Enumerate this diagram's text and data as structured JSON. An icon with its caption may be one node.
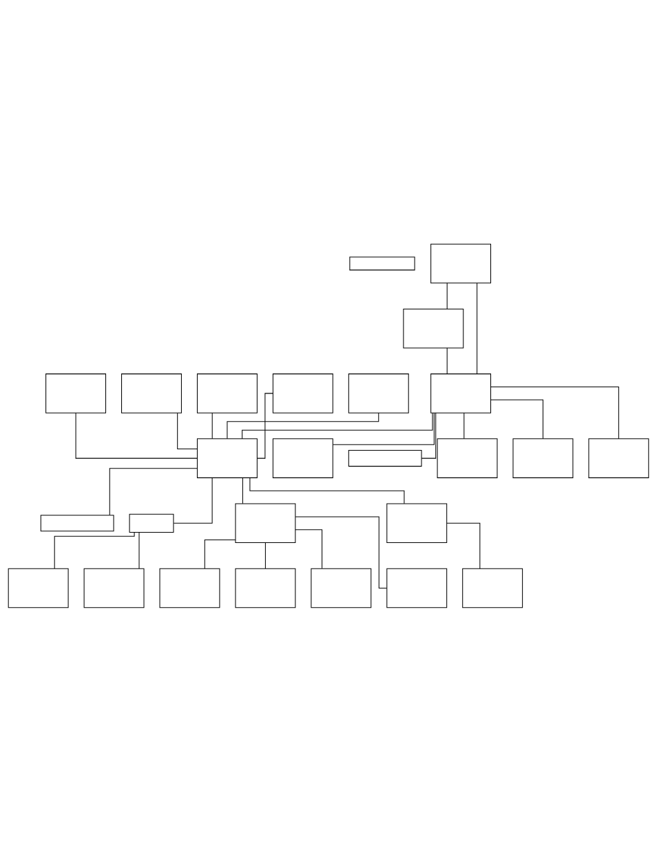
{
  "diagram": {
    "nodes": [
      {
        "text": [],
        "shape": "box"
      },
      {
        "text": [],
        "shape": "box"
      },
      {
        "text": [],
        "shape": "box"
      },
      {
        "text": [],
        "shape": "box"
      },
      {
        "text": [],
        "shape": "box"
      },
      {
        "text": [],
        "shape": "box"
      },
      {
        "text": [],
        "shape": "box"
      },
      {
        "text": [],
        "shape": "box"
      },
      {
        "text": [],
        "shape": "box"
      },
      {
        "text": [],
        "shape": "box"
      },
      {
        "text": [],
        "shape": "box"
      },
      {
        "text": [],
        "shape": "box"
      },
      {
        "text": [],
        "shape": "box"
      },
      {
        "text": [],
        "shape": "box"
      },
      {
        "text": [],
        "shape": "box"
      },
      {
        "text": [],
        "shape": "box"
      },
      {
        "text": [],
        "shape": "box"
      },
      {
        "text": [],
        "shape": "box"
      },
      {
        "text": [],
        "shape": "box"
      },
      {
        "text": [],
        "shape": "box"
      },
      {
        "text": [],
        "shape": "box"
      },
      {
        "text": [],
        "shape": "box"
      },
      {
        "text": [],
        "shape": "box"
      },
      {
        "text": [],
        "shape": "box"
      },
      {
        "text": [],
        "shape": "box"
      },
      {
        "text": [],
        "shape": "box"
      }
    ],
    "edges": [
      {
        "from": 1,
        "to": 3,
        "arrow": "none"
      },
      {
        "from": 1,
        "to": 4,
        "arrow": "none"
      },
      {
        "from": 3,
        "to": 4,
        "arrow": "none"
      },
      {
        "from": 4,
        "to": 5,
        "arrow": "none"
      },
      {
        "from": 4,
        "to": 9,
        "arrow": "none"
      },
      {
        "from": 4,
        "to": 10,
        "arrow": "none"
      },
      {
        "from": 4,
        "to": 11,
        "arrow": "none"
      },
      {
        "from": 4,
        "to": 12,
        "arrow": "none"
      },
      {
        "from": 4,
        "to": 7,
        "arrow": "none"
      },
      {
        "from": 2,
        "to": 9,
        "arrow": "none"
      },
      {
        "from": 6,
        "to": 9,
        "arrow": "none"
      },
      {
        "from": 8,
        "to": 9,
        "arrow": "none"
      },
      {
        "from": 14,
        "to": 9,
        "arrow": "none"
      },
      {
        "from": 16,
        "to": 9,
        "arrow": "none"
      },
      {
        "from": 9,
        "to": 17,
        "arrow": "none"
      },
      {
        "from": 9,
        "to": 15,
        "arrow": "none"
      },
      {
        "from": 9,
        "to": 20,
        "arrow": "none"
      },
      {
        "from": 9,
        "to": 13,
        "arrow": "none"
      },
      {
        "from": 15,
        "to": 18,
        "arrow": "none"
      },
      {
        "from": 15,
        "to": 19,
        "arrow": "none"
      },
      {
        "from": 17,
        "to": 21,
        "arrow": "none"
      },
      {
        "from": 17,
        "to": 22,
        "arrow": "none"
      },
      {
        "from": 17,
        "to": 23,
        "arrow": "none"
      },
      {
        "from": 17,
        "to": 24,
        "arrow": "none"
      },
      {
        "from": 20,
        "to": 25,
        "arrow": "none"
      }
    ]
  }
}
